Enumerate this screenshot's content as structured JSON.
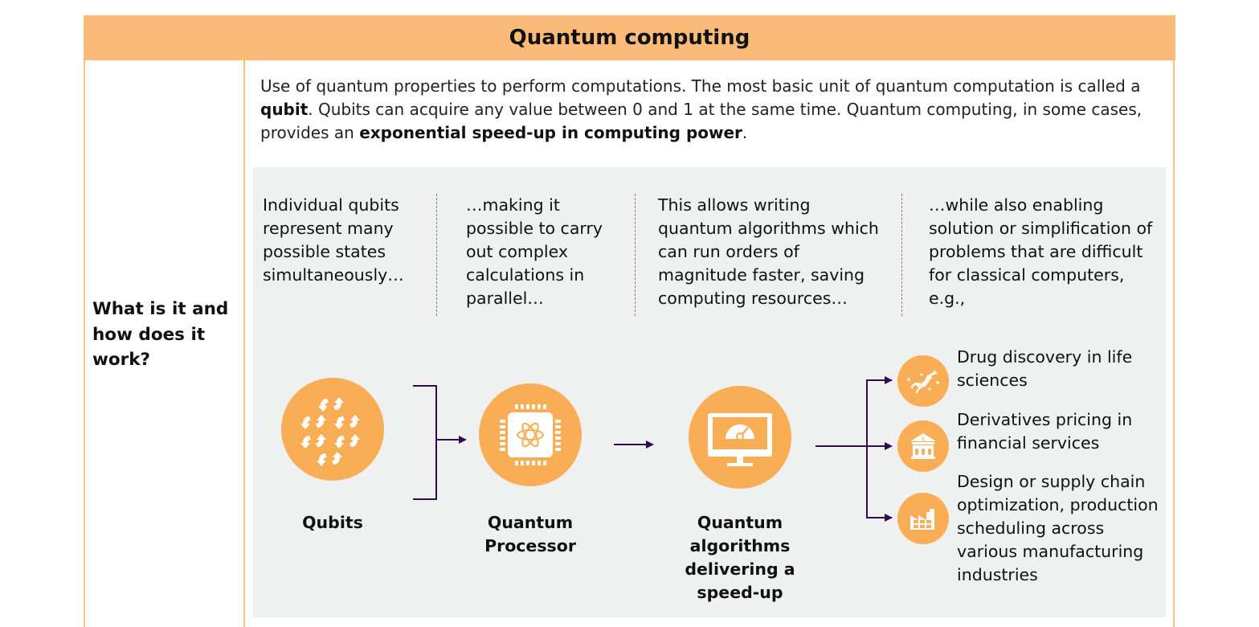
{
  "title": "Quantum computing",
  "row_label": "What is it and how does it work?",
  "intro": {
    "part1": "Use of quantum properties to perform computations. The most basic unit of quantum computation is called a ",
    "bold1": "qubit",
    "part2": ". Qubits can acquire any value between 0 and 1 at the same time. Quantum computing, in some cases, provides an ",
    "bold2": "exponential speed-up in computing power",
    "part3": "."
  },
  "steps": [
    {
      "text": "Individual qubits represent many possible states simultaneously…"
    },
    {
      "text": "…making it possible to carry out complex calculations in parallel…"
    },
    {
      "text": "This allows writing quantum algorithms which can run orders of magnitude faster, saving computing resources…"
    },
    {
      "text": "…while also enabling solution or simplification of problems that are difficult for classical computers, e.g.,"
    }
  ],
  "stages": [
    {
      "label": "Qubits",
      "icon": "qubits-icon"
    },
    {
      "label": "Quantum Processor",
      "icon": "processor-chip-icon"
    },
    {
      "label": "Quantum algorithms delivering a speed-up",
      "icon": "monitor-gauge-icon"
    }
  ],
  "use_cases": [
    {
      "label": "Drug discovery in life sciences",
      "icon": "dna-icon"
    },
    {
      "label": "Derivatives pricing in financial services",
      "icon": "bank-icon"
    },
    {
      "label": "Design or supply chain optimization, production scheduling across various manufacturing industries",
      "icon": "factory-icon"
    }
  ],
  "colors": {
    "header": "#fbbb78",
    "border": "#fbc083",
    "panel": "#eff0f0",
    "icon_fill": "#f9ad55",
    "arrow": "#320a4e"
  }
}
